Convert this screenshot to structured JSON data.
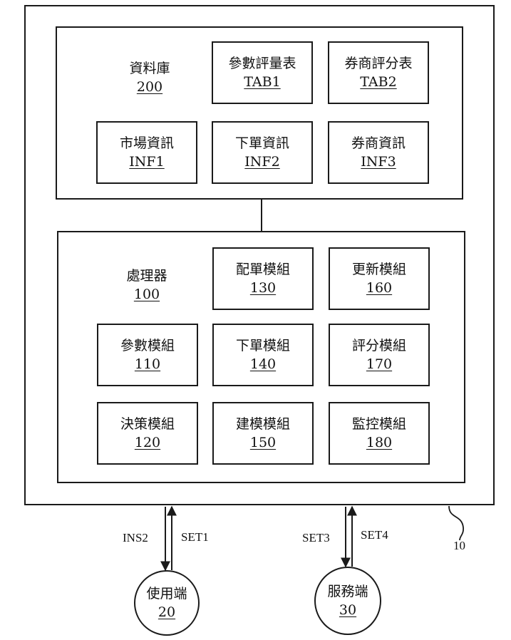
{
  "system": {
    "ref": "10"
  },
  "database": {
    "title": "資料庫",
    "code": "200",
    "items": [
      {
        "name": "參數評量表",
        "code": "TAB1"
      },
      {
        "name": "券商評分表",
        "code": "TAB2"
      },
      {
        "name": "市場資訊",
        "code": "INF1"
      },
      {
        "name": "下單資訊",
        "code": "INF2"
      },
      {
        "name": "券商資訊",
        "code": "INF3"
      }
    ]
  },
  "processor": {
    "title": "處理器",
    "code": "100",
    "modules": [
      {
        "name": "配單模組",
        "code": "130"
      },
      {
        "name": "更新模組",
        "code": "160"
      },
      {
        "name": "參數模組",
        "code": "110"
      },
      {
        "name": "下單模組",
        "code": "140"
      },
      {
        "name": "評分模組",
        "code": "170"
      },
      {
        "name": "決策模組",
        "code": "120"
      },
      {
        "name": "建模模組",
        "code": "150"
      },
      {
        "name": "監控模組",
        "code": "180"
      }
    ]
  },
  "user_terminal": {
    "name": "使用端",
    "code": "20"
  },
  "service_terminal": {
    "name": "服務端",
    "code": "30"
  },
  "signals": {
    "ins2": "INS2",
    "set1": "SET1",
    "set3": "SET3",
    "set4": "SET4"
  }
}
